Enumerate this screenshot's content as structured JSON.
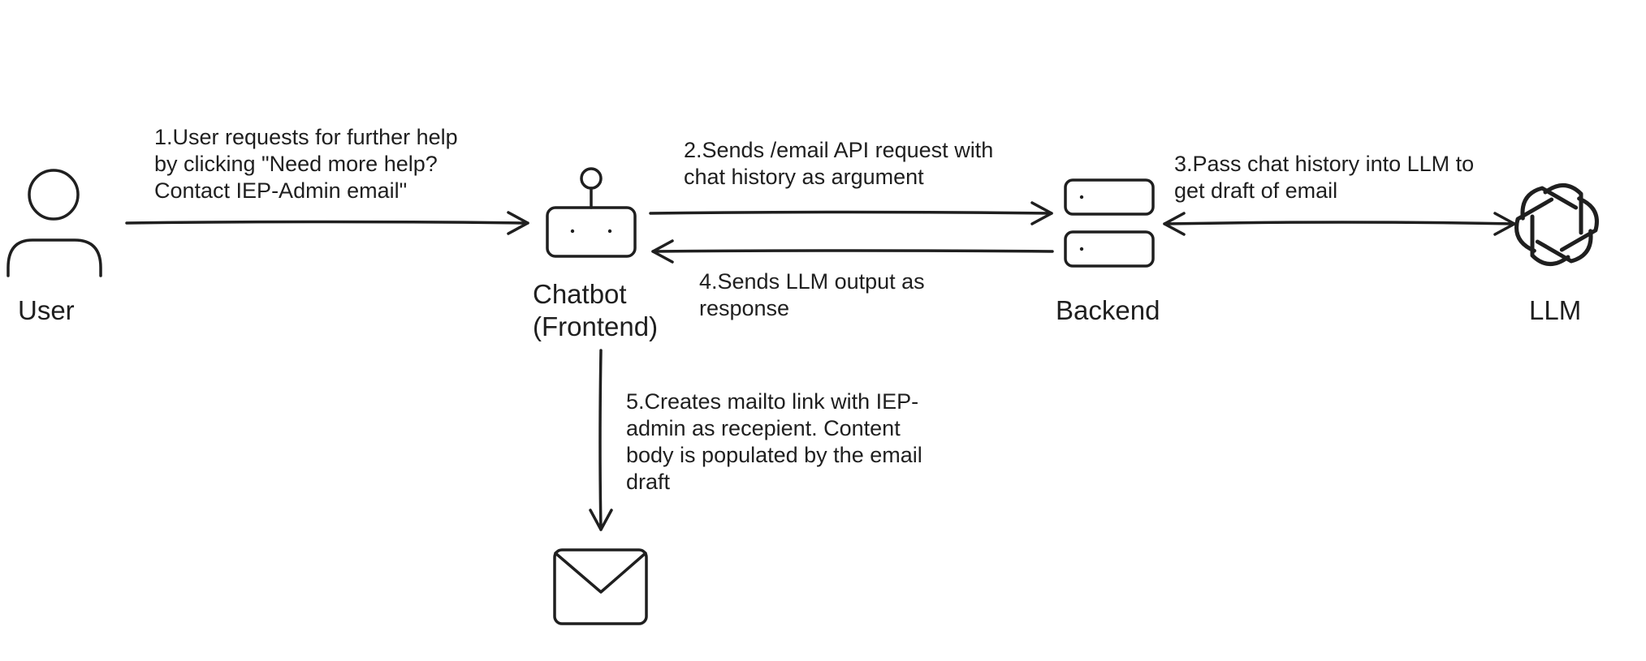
{
  "nodes": {
    "user": {
      "label": "User",
      "icon": "person-icon"
    },
    "chatbot": {
      "label_line1": "Chatbot",
      "label_line2": "(Frontend)",
      "icon": "robot-icon"
    },
    "backend": {
      "label": "Backend",
      "icon": "server-icon"
    },
    "llm": {
      "label": "LLM",
      "icon": "llm-logo-icon"
    },
    "email": {
      "icon": "envelope-icon"
    }
  },
  "edges": {
    "step1": {
      "lines": [
        "1.User requests for further help",
        "by clicking \"Need more help?",
        "Contact IEP-Admin email\""
      ]
    },
    "step2": {
      "lines": [
        "2.Sends /email API request with",
        "chat history as argument"
      ]
    },
    "step3": {
      "lines": [
        "3.Pass chat history into LLM to",
        "get draft of email"
      ]
    },
    "step4": {
      "lines": [
        "4.Sends LLM output as",
        "response"
      ]
    },
    "step5": {
      "lines": [
        "5.Creates mailto link with IEP-",
        "admin as recepient. Content",
        "body is populated by the email",
        "draft"
      ]
    }
  },
  "colors": {
    "stroke": "#1f1f1f",
    "background": "#ffffff"
  }
}
